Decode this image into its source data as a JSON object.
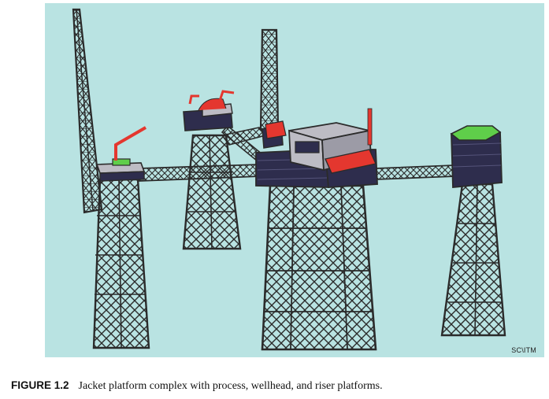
{
  "figure": {
    "signature": "SC\\ITM",
    "background": "#b9e3e2",
    "colors": {
      "steel": "#2b2b2b",
      "deck_dark": "#2e2d4d",
      "deck_grey": "#bdbcc4",
      "flare_red": "#e4372f",
      "helideck_green": "#5fce4a"
    }
  },
  "caption": {
    "label": "FIGURE 1.2",
    "text": "Jacket platform complex with process, wellhead, and riser platforms."
  }
}
